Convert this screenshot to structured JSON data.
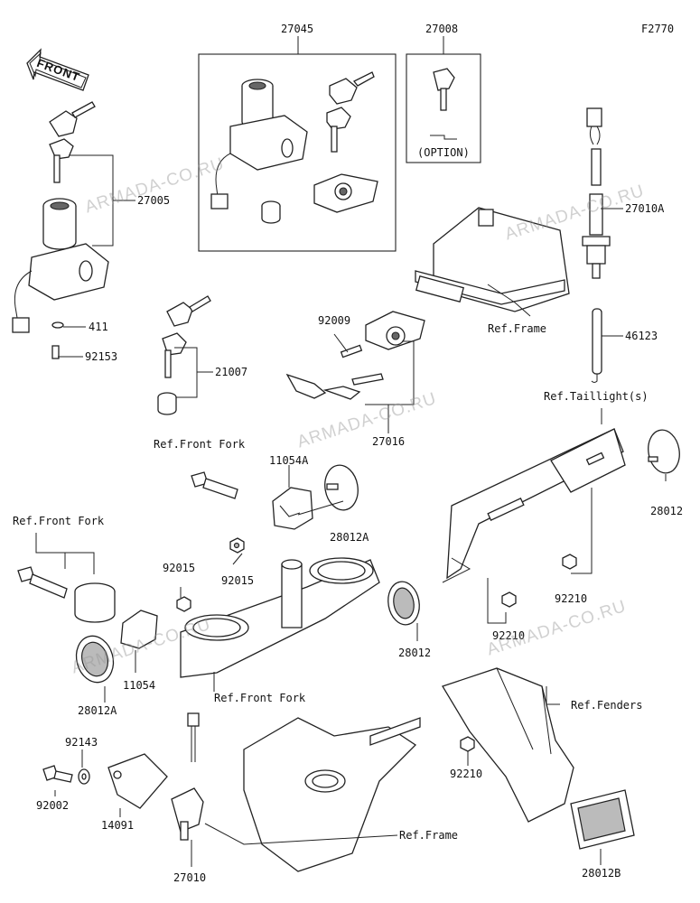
{
  "figure_code": "F2770",
  "front_arrow": "FRONT",
  "labels": {
    "p27045": "27045",
    "p27008": "27008",
    "option": "(OPTION)",
    "p27005": "27005",
    "p411": "411",
    "p92153": "92153",
    "p27010a": "27010A",
    "p46123": "46123",
    "ref_frame_top": "Ref.Frame",
    "p92009": "92009",
    "p21007": "21007",
    "p27016": "27016",
    "ref_taillight": "Ref.Taillight(s)",
    "ref_front_fork_a": "Ref.Front Fork",
    "p11054a": "11054A",
    "p28012a_top": "28012A",
    "p92015_mid": "92015",
    "p28012_right": "28012",
    "ref_front_fork_b": "Ref.Front Fork",
    "p92015_left": "92015",
    "p92210_right": "92210",
    "p92210_mid": "92210",
    "p28012_mid": "28012",
    "p11054": "11054",
    "p28012a_bot": "28012A",
    "ref_front_fork_c": "Ref.Front Fork",
    "ref_fenders": "Ref.Fenders",
    "p92143": "92143",
    "p92002": "92002",
    "p92210_bot": "92210",
    "p14091": "14091",
    "ref_frame_bot": "Ref.Frame",
    "p27010": "27010",
    "p28012b": "28012B"
  },
  "watermark": "ARMADA-CO.RU"
}
